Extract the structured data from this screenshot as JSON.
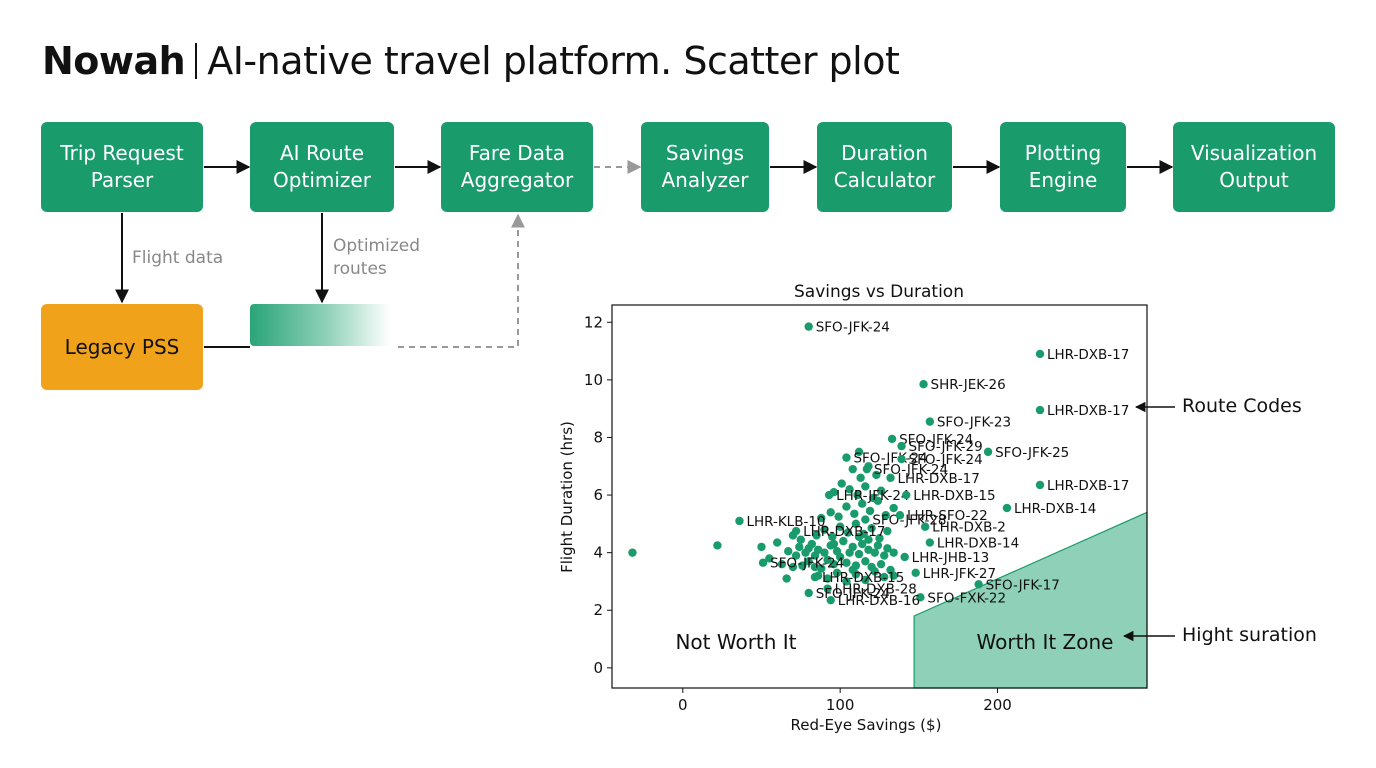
{
  "header": {
    "brand": "Nowah",
    "subtitle": "AI-native travel platform. Scatter plot"
  },
  "pipeline": [
    {
      "id": "trip-request-parser",
      "label": "Trip Request\nParser"
    },
    {
      "id": "ai-route-optimizer",
      "label": "AI Route\nOptimizer"
    },
    {
      "id": "fare-data-aggregator",
      "label": "Fare Data\nAggregator"
    },
    {
      "id": "savings-analyzer",
      "label": "Savings\nAnalyzer"
    },
    {
      "id": "duration-calculator",
      "label": "Duration\nCalculator"
    },
    {
      "id": "plotting-engine",
      "label": "Plotting\nEngine"
    },
    {
      "id": "visualization-output",
      "label": "Visualization\nOutput"
    }
  ],
  "legacy": {
    "label": "Legacy PSS"
  },
  "edge_labels": {
    "flight_data": "Flight data",
    "optimized_routes": "Optimized\nroutes"
  },
  "annotations": {
    "route_codes": "Route Codes",
    "hight_suration": "Hight suration"
  },
  "colors": {
    "node": "#1a9b6c",
    "legacy": "#f0a21a",
    "point": "#1a9b6c",
    "zone": "#8fd1b8"
  },
  "chart_data": {
    "type": "scatter",
    "title": "Savings vs Duration",
    "xlabel": "Red-Eye Savings ($)",
    "ylabel": "Flight Duration (hrs)",
    "xlim": [
      -45,
      295
    ],
    "ylim": [
      -0.7,
      12.6
    ],
    "xticks": [
      0,
      100,
      200
    ],
    "yticks": [
      0,
      2,
      4,
      6,
      8,
      10,
      12
    ],
    "zone_label": "Worth It Zone",
    "other_label": "Not Worth It",
    "zone_polygon": [
      [
        147,
        0
      ],
      [
        295,
        0
      ],
      [
        295,
        5.4
      ],
      [
        147,
        1.8
      ]
    ],
    "labeled_points": [
      {
        "x": 80,
        "y": 11.85,
        "label": "SFO-JFK-24"
      },
      {
        "x": 227,
        "y": 10.9,
        "label": "LHR-DXB-17"
      },
      {
        "x": 153,
        "y": 9.85,
        "label": "SHR-JEK-26"
      },
      {
        "x": 227,
        "y": 8.95,
        "label": "LHR-DXB-17"
      },
      {
        "x": 157,
        "y": 8.55,
        "label": "SFO-JFK-23"
      },
      {
        "x": 133,
        "y": 7.95,
        "label": "SFO-JFK-24"
      },
      {
        "x": 139,
        "y": 7.7,
        "label": "SFO-JFK-29"
      },
      {
        "x": 194,
        "y": 7.5,
        "label": "SFO-JFK-25"
      },
      {
        "x": 104,
        "y": 7.3,
        "label": "SFO-JFK-24"
      },
      {
        "x": 139,
        "y": 7.25,
        "label": "SFO-JFK-24"
      },
      {
        "x": 117,
        "y": 6.9,
        "label": "SFO-JFK-24"
      },
      {
        "x": 132,
        "y": 6.6,
        "label": "LHR-DXB-17"
      },
      {
        "x": 227,
        "y": 6.35,
        "label": "LHR-DXB-17"
      },
      {
        "x": 93,
        "y": 6.0,
        "label": "LHR-JFK-24"
      },
      {
        "x": 142,
        "y": 6.0,
        "label": "LHR-DXB-15"
      },
      {
        "x": 206,
        "y": 5.55,
        "label": "LHR-DXB-14"
      },
      {
        "x": 116,
        "y": 5.15,
        "label": "SFO-JFK-28"
      },
      {
        "x": 138,
        "y": 5.3,
        "label": "LHR-SFO-22"
      },
      {
        "x": 36,
        "y": 5.1,
        "label": "LHR-KLB-10"
      },
      {
        "x": 154,
        "y": 4.9,
        "label": "LHR-DXB-2"
      },
      {
        "x": 72,
        "y": 4.75,
        "label": "LHR-DXB-17"
      },
      {
        "x": 157,
        "y": 4.35,
        "label": "LHR-DXB-14"
      },
      {
        "x": 141,
        "y": 3.85,
        "label": "LHR-JHB-13"
      },
      {
        "x": 51,
        "y": 3.65,
        "label": "SFO-JFK-24"
      },
      {
        "x": 148,
        "y": 3.3,
        "label": "LHR-JFK-27"
      },
      {
        "x": 84,
        "y": 3.15,
        "label": "LHR-DXB-15"
      },
      {
        "x": 188,
        "y": 2.9,
        "label": "SFO-JFK-17"
      },
      {
        "x": 92,
        "y": 2.75,
        "label": "LHR-DXB-28"
      },
      {
        "x": 80,
        "y": 2.6,
        "label": "SFO-JFK-24"
      },
      {
        "x": 151,
        "y": 2.45,
        "label": "SFO-FXK-22"
      },
      {
        "x": 94,
        "y": 2.35,
        "label": "LHR-DXB-16"
      }
    ],
    "points": [
      [
        -32,
        4.0
      ],
      [
        22,
        4.25
      ],
      [
        50,
        4.2
      ],
      [
        55,
        3.8
      ],
      [
        60,
        4.35
      ],
      [
        63,
        3.6
      ],
      [
        67,
        4.05
      ],
      [
        70,
        3.5
      ],
      [
        72,
        3.9
      ],
      [
        74,
        4.2
      ],
      [
        76,
        3.55
      ],
      [
        78,
        4.0
      ],
      [
        80,
        3.7
      ],
      [
        82,
        4.3
      ],
      [
        84,
        3.9
      ],
      [
        86,
        4.1
      ],
      [
        88,
        3.45
      ],
      [
        90,
        4.0
      ],
      [
        92,
        3.75
      ],
      [
        94,
        4.25
      ],
      [
        96,
        3.6
      ],
      [
        98,
        4.05
      ],
      [
        100,
        3.85
      ],
      [
        102,
        4.4
      ],
      [
        104,
        3.65
      ],
      [
        106,
        4.0
      ],
      [
        108,
        4.2
      ],
      [
        110,
        3.55
      ],
      [
        112,
        3.95
      ],
      [
        114,
        4.3
      ],
      [
        116,
        3.7
      ],
      [
        118,
        4.1
      ],
      [
        120,
        3.5
      ],
      [
        122,
        4.0
      ],
      [
        124,
        4.25
      ],
      [
        126,
        3.6
      ],
      [
        128,
        3.9
      ],
      [
        130,
        4.15
      ],
      [
        132,
        3.4
      ],
      [
        134,
        4.0
      ],
      [
        85,
        4.6
      ],
      [
        90,
        4.8
      ],
      [
        95,
        4.55
      ],
      [
        100,
        4.9
      ],
      [
        105,
        4.7
      ],
      [
        110,
        5.0
      ],
      [
        115,
        4.65
      ],
      [
        120,
        4.85
      ],
      [
        125,
        4.5
      ],
      [
        130,
        4.75
      ],
      [
        88,
        5.2
      ],
      [
        94,
        5.4
      ],
      [
        99,
        5.25
      ],
      [
        104,
        5.6
      ],
      [
        109,
        5.35
      ],
      [
        114,
        5.7
      ],
      [
        119,
        5.45
      ],
      [
        124,
        5.8
      ],
      [
        129,
        5.3
      ],
      [
        134,
        5.55
      ],
      [
        96,
        6.1
      ],
      [
        101,
        6.4
      ],
      [
        106,
        6.2
      ],
      [
        111,
        6.0
      ],
      [
        116,
        6.3
      ],
      [
        121,
        5.9
      ],
      [
        126,
        6.15
      ],
      [
        108,
        6.9
      ],
      [
        113,
        6.6
      ],
      [
        118,
        7.0
      ],
      [
        123,
        6.7
      ],
      [
        112,
        7.5
      ],
      [
        86,
        3.2
      ],
      [
        92,
        3.1
      ],
      [
        98,
        3.3
      ],
      [
        104,
        3.0
      ],
      [
        110,
        3.25
      ],
      [
        116,
        3.05
      ],
      [
        122,
        3.35
      ],
      [
        128,
        3.15
      ],
      [
        134,
        3.2
      ],
      [
        66,
        3.1
      ],
      [
        70,
        4.6
      ],
      [
        75,
        4.45
      ],
      [
        108,
        3.4
      ],
      [
        112,
        4.55
      ],
      [
        118,
        4.45
      ],
      [
        80,
        4.15
      ],
      [
        84,
        3.5
      ],
      [
        96,
        4.3
      ]
    ]
  }
}
